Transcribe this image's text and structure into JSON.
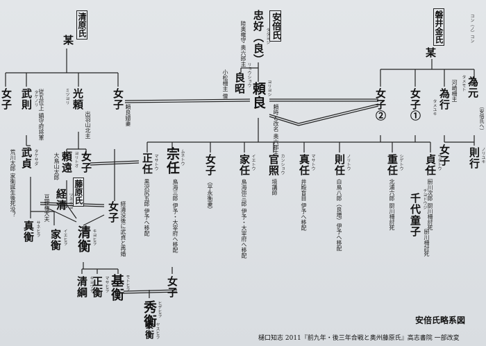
{
  "title": "安倍氏略系図",
  "source": "樋口知志 2011『前九年・後三年合戦と奥州藤原氏』高志書院 一部改変",
  "clans": {
    "kiyohara": "清原氏",
    "abe": "安倍氏",
    "iwaikane": "磐井金氏",
    "fujiwara": "藤原氏"
  },
  "persons": {
    "kiyohara_bou": {
      "name": "某"
    },
    "iwaikane_bou": {
      "name": "某",
      "ruby": "コン（ノ）コン"
    },
    "tadayoshi": {
      "name": "忠好（良）",
      "ruby": "タダヨシ",
      "note": "陸奥権守 奥六郎主"
    },
    "yoshiaki": {
      "name": "良昭",
      "ruby": "リョウショウ",
      "note": "小松柵主 僧"
    },
    "yoritoki": {
      "name": "頼良",
      "ruby": "ヨリヨシ",
      "note": "頼時と改名 奥六郡主"
    },
    "k_daughter1": {
      "name": "女子"
    },
    "takenori": {
      "name": "武則",
      "ruby": "タケノリ",
      "note": "従五位上 鎮守府将軍"
    },
    "mitsuyori": {
      "name": "光頼",
      "ruby": "ミツヨリ",
      "note": "出羽山北主"
    },
    "k_daughter2": {
      "name": "女子",
      "note": "頼良婦妻"
    },
    "tametomo": {
      "name": "為元",
      "ruby": "タメモト",
      "note": "（安倍氏へ）"
    },
    "tameyuki": {
      "name": "為行",
      "ruby": "タメユキ",
      "note": "河崎柵主"
    },
    "daughter_1": {
      "name": "女子①"
    },
    "daughter_2": {
      "name": "女子②"
    },
    "takesada": {
      "name": "武貞",
      "ruby": "タケサダ",
      "note": "荒川太郎 家衡誕生後死没？"
    },
    "yoritou": {
      "name": "頼遠",
      "ruby": "ヨリトオ",
      "note": "大鳥山太郎"
    },
    "m_daughter": {
      "name": "女子"
    },
    "masatou": {
      "name": "正任",
      "ruby": "マサトウ",
      "note": "黒沢尻五郎 伊予へ移配"
    },
    "munetou": {
      "name": "宗任",
      "ruby": "ムネトウ",
      "note": "鳥海三郎 伊予・大宰府へ移配"
    },
    "y_daughter": {
      "name": "女子",
      "note": "（平永衡妻）"
    },
    "ietou": {
      "name": "家任",
      "ruby": "イエトウ",
      "note": "鳥海弥三郎 伊予・大宰府へ移配"
    },
    "kanshou": {
      "name": "官照",
      "ruby": "カンショウ",
      "note": "境講師"
    },
    "sadatou": {
      "name": "真任",
      "ruby": "マサトウ",
      "note": "井殿盲目 伊予へ移配"
    },
    "noritou": {
      "name": "則任",
      "ruby": "ノリトウ",
      "note": "白鳥八郎（良増）伊予へ移配"
    },
    "shigetou": {
      "name": "重任",
      "ruby": "シゲトウ",
      "note": "北浦六郎 厨川柵討死"
    },
    "sadatou2": {
      "name": "貞任",
      "ruby": "サダトウ",
      "note": "厨川次郎 厨川柵討死"
    },
    "t_daughter": {
      "name": "女子"
    },
    "noritou2": {
      "name": "則行",
      "ruby": "ノリユキ"
    },
    "tsunekiyo": {
      "name": "経清",
      "ruby": "ツネキヨ",
      "note": "亘理権大夫"
    },
    "mu_daughter": {
      "name": "女子",
      "note": "経清没後に武貞と再婚"
    },
    "chiyo": {
      "name": "千代童子",
      "ruby": "チヨドウジ",
      "note": "厨川柵討死"
    },
    "sanehira": {
      "name": "真衡",
      "ruby": "サネヒラ"
    },
    "iehira": {
      "name": "家衡",
      "ruby": "イエヒラ"
    },
    "kiyohira": {
      "name": "清衡",
      "ruby": "キヨヒラ"
    },
    "kiyotsuna": {
      "name": "清綱",
      "ruby": "キヨツナ"
    },
    "masahira": {
      "name": "正衡",
      "ruby": "マサヒラ"
    },
    "motohira": {
      "name": "基衡",
      "ruby": "モトヒラ"
    },
    "b_daughter": {
      "name": "女子"
    },
    "hidehira": {
      "name": "秀衡",
      "ruby": "ヒデヒラ"
    },
    "yasuhira": {
      "name": "泰衡",
      "ruby": "ヤスヒラ"
    }
  }
}
